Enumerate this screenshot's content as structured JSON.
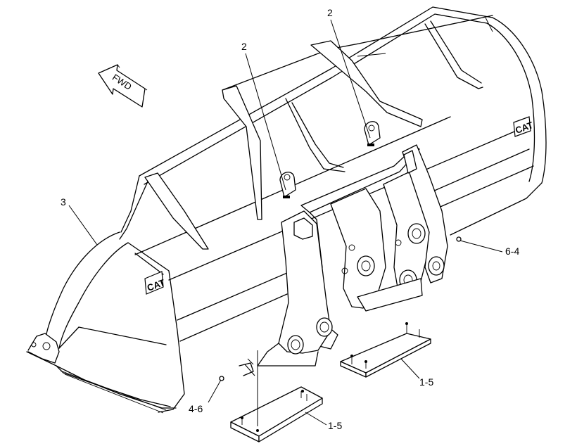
{
  "direction_arrow": {
    "label": "FWD"
  },
  "callouts": [
    {
      "id": "c1",
      "text": "2"
    },
    {
      "id": "c2",
      "text": "2"
    },
    {
      "id": "c3",
      "text": "3"
    },
    {
      "id": "c4",
      "text": "6-4"
    },
    {
      "id": "c5",
      "text": "4-6"
    },
    {
      "id": "c6",
      "text": "1-5"
    },
    {
      "id": "c7",
      "text": "1-5"
    }
  ],
  "logos": [
    "CAT",
    "CAT"
  ]
}
